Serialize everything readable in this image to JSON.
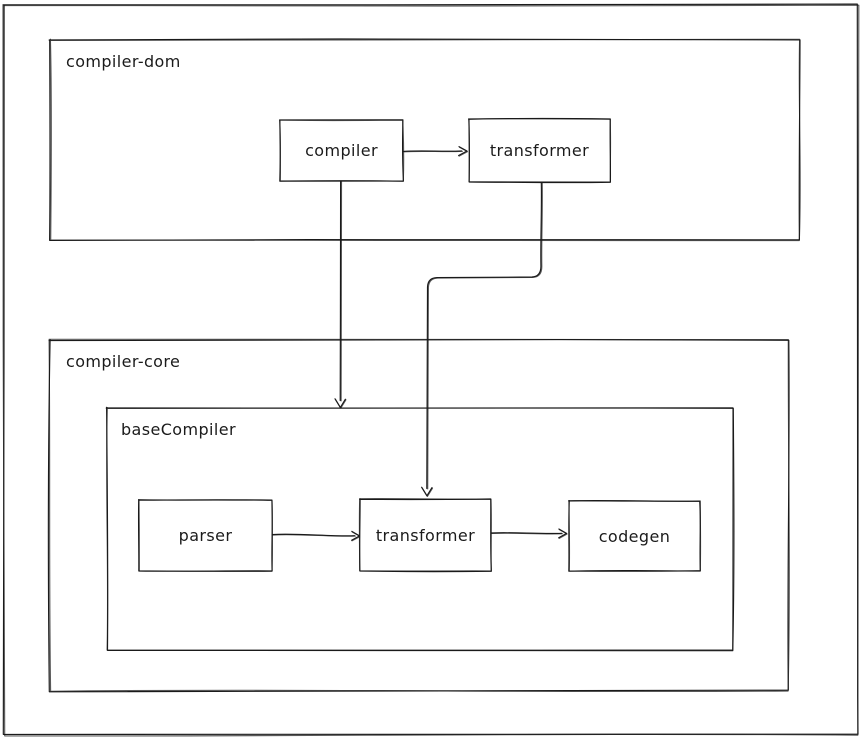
{
  "diagram": {
    "type": "flowchart",
    "style": "hand-drawn",
    "colors": {
      "stroke": "#1b1b1b",
      "background": "#ffffff"
    },
    "containers": [
      {
        "id": "compiler-dom",
        "label": "compiler-dom"
      },
      {
        "id": "compiler-core",
        "label": "compiler-core"
      },
      {
        "id": "baseCompiler",
        "label": "baseCompiler",
        "parent": "compiler-core"
      }
    ],
    "nodes": [
      {
        "id": "compiler",
        "label": "compiler",
        "parent": "compiler-dom"
      },
      {
        "id": "transformer-dom",
        "label": "transformer",
        "parent": "compiler-dom"
      },
      {
        "id": "parser",
        "label": "parser",
        "parent": "baseCompiler"
      },
      {
        "id": "transformer-core",
        "label": "transformer",
        "parent": "baseCompiler"
      },
      {
        "id": "codegen",
        "label": "codegen",
        "parent": "baseCompiler"
      }
    ],
    "edges": [
      {
        "from": "compiler",
        "to": "transformer-dom"
      },
      {
        "from": "compiler",
        "to": "baseCompiler"
      },
      {
        "from": "transformer-dom",
        "to": "transformer-core"
      },
      {
        "from": "parser",
        "to": "transformer-core"
      },
      {
        "from": "transformer-core",
        "to": "codegen"
      }
    ]
  }
}
